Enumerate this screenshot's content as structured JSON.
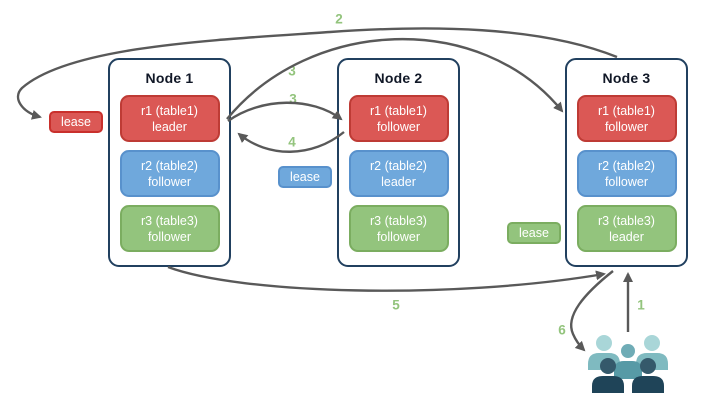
{
  "diagram": {
    "nodes": [
      {
        "title": "Node 1",
        "replicas": [
          {
            "name": "r1 (table1)",
            "role": "leader",
            "color": "red"
          },
          {
            "name": "r2 (table2)",
            "role": "follower",
            "color": "blue"
          },
          {
            "name": "r3 (table3)",
            "role": "follower",
            "color": "green"
          }
        ]
      },
      {
        "title": "Node 2",
        "replicas": [
          {
            "name": "r1 (table1)",
            "role": "follower",
            "color": "red"
          },
          {
            "name": "r2 (table2)",
            "role": "leader",
            "color": "blue"
          },
          {
            "name": "r3 (table3)",
            "role": "follower",
            "color": "green"
          }
        ]
      },
      {
        "title": "Node 3",
        "replicas": [
          {
            "name": "r1 (table1)",
            "role": "follower",
            "color": "red"
          },
          {
            "name": "r2 (table2)",
            "role": "follower",
            "color": "blue"
          },
          {
            "name": "r3 (table3)",
            "role": "leader",
            "color": "green"
          }
        ]
      }
    ],
    "leases": [
      {
        "label": "lease",
        "color": "red"
      },
      {
        "label": "lease",
        "color": "blue"
      },
      {
        "label": "lease",
        "color": "green"
      }
    ],
    "steps": {
      "s1": "1",
      "s2": "2",
      "s3a": "3",
      "s3b": "3",
      "s4": "4",
      "s5": "5",
      "s6": "6"
    },
    "colors": {
      "red_fill": "#DB5855",
      "red_border": "#BE3B35",
      "blue_fill": "#6FA8DC",
      "blue_border": "#5891CC",
      "green_fill": "#93C47D",
      "green_border": "#7BAD60",
      "red_lease_border": "#C9302C",
      "node_border": "#21405F",
      "arrow": "#595959",
      "step_label": "#93C47D",
      "users_back_head": "#A9D6D8",
      "users_back_body": "#7FBAC0",
      "users_mid_head": "#6FACB6",
      "users_mid_body": "#579AA6",
      "users_front_head": "#35596B",
      "users_front_body": "#1F4458"
    }
  }
}
